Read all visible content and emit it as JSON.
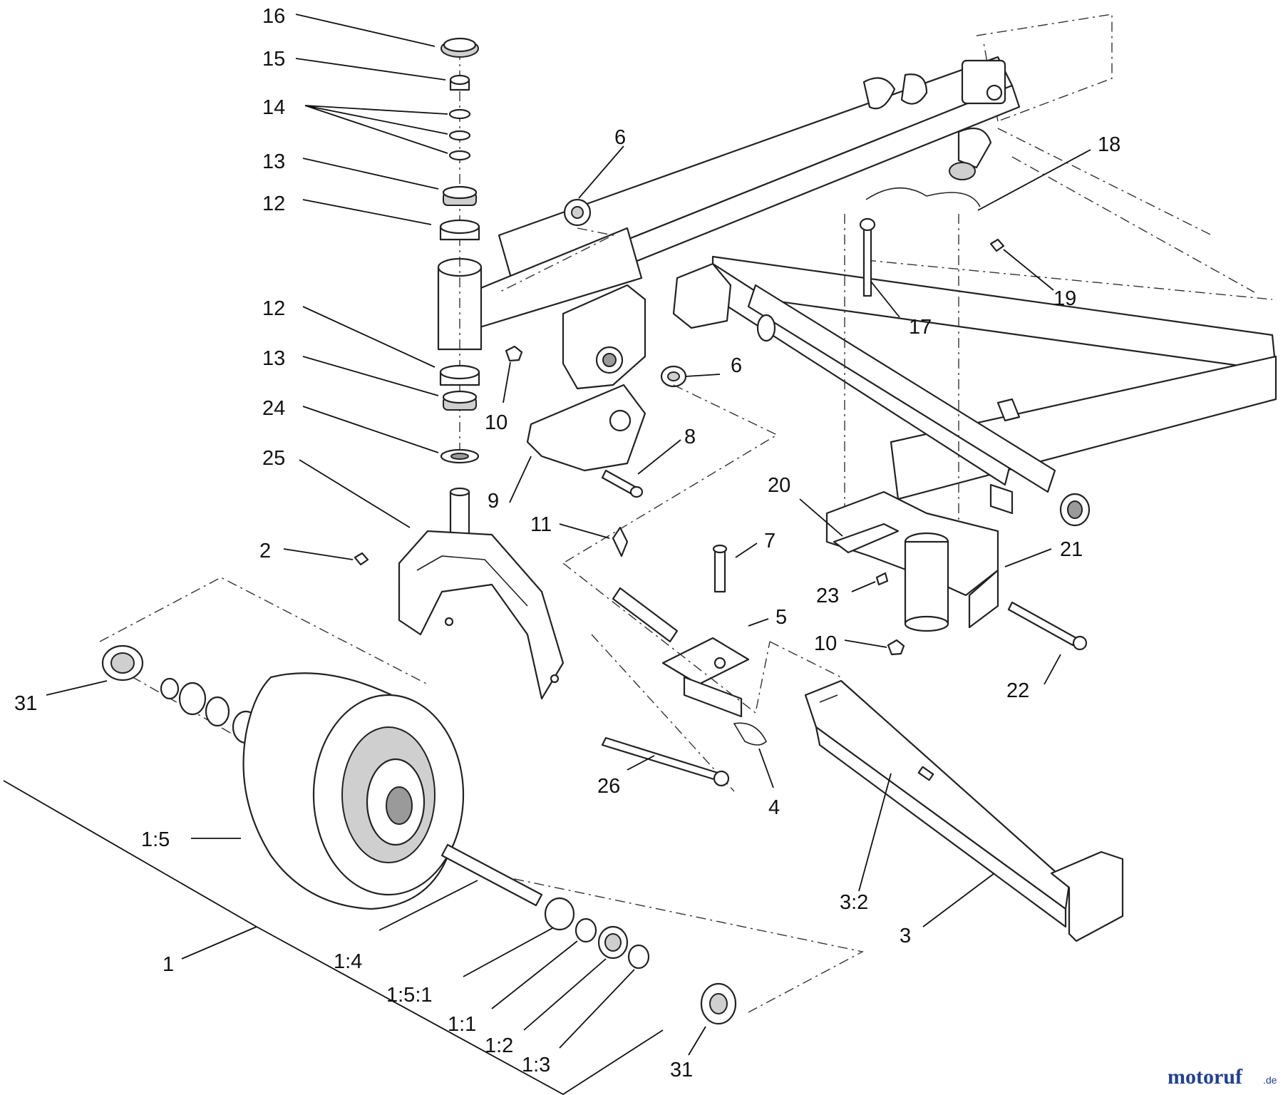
{
  "callouts": {
    "c16": "16",
    "c15": "15",
    "c14": "14",
    "c13a": "13",
    "c12a": "12",
    "c12b": "12",
    "c13b": "13",
    "c24": "24",
    "c25": "25",
    "c2": "2",
    "c31a": "31",
    "c6a": "6",
    "c6b": "6",
    "c10a": "10",
    "c8": "8",
    "c9": "9",
    "c11": "11",
    "c7": "7",
    "c5": "5",
    "c18": "18",
    "c19": "19",
    "c17": "17",
    "c20": "20",
    "c21": "21",
    "c23": "23",
    "c10b": "10",
    "c22": "22",
    "c26": "26",
    "c4": "4",
    "c1_5": "1:5",
    "c1_4": "1:4",
    "c1": "1",
    "c1_5_1": "1:5:1",
    "c1_1": "1:1",
    "c1_2": "1:2",
    "c1_3": "1:3",
    "c31b": "31",
    "c3_2": "3:2",
    "c3": "3"
  },
  "watermark": {
    "brand": "motoruf",
    "suffix": ".de"
  }
}
